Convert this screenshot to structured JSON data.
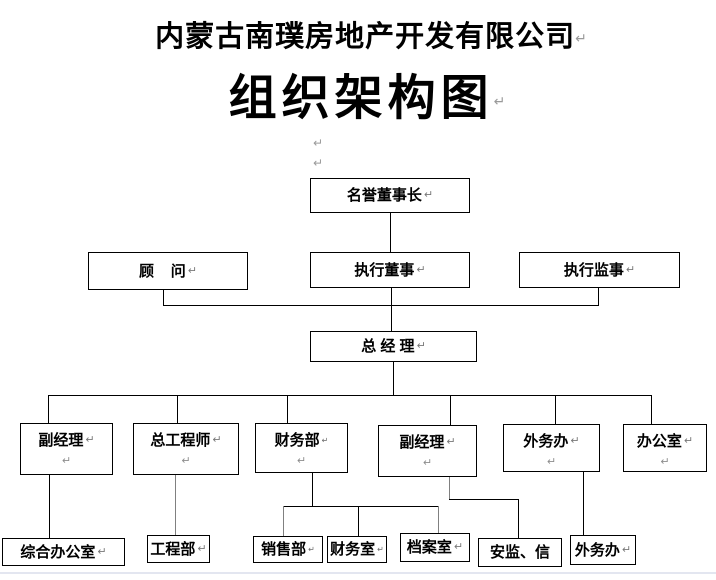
{
  "document": {
    "company_title": "内蒙古南璞房地产开发有限公司",
    "chart_title": "组织架构图",
    "return_mark": "↵"
  },
  "nodes": {
    "honorary_chairman": {
      "label": "名誉董事长"
    },
    "advisor": {
      "label": "顾    问"
    },
    "executive_director": {
      "label": "执行董事"
    },
    "executive_supervisor": {
      "label": "执行监事"
    },
    "general_manager": {
      "label": "总 经 理"
    },
    "deputy_manager_left": {
      "label": "副经理"
    },
    "chief_engineer": {
      "label": "总工程师"
    },
    "finance_dept": {
      "label": "财务部"
    },
    "deputy_manager_right": {
      "label": "副经理"
    },
    "foreign_affairs_office": {
      "label": "外务办"
    },
    "office": {
      "label": "办公室"
    },
    "general_office": {
      "label": "综合办公室"
    },
    "engineering_dept": {
      "label": "工程部"
    },
    "sales_dept": {
      "label": "销售部"
    },
    "finance_room": {
      "label": "财务室"
    },
    "archives_room": {
      "label": "档案室"
    },
    "safety_supervision": {
      "label": "安监、信"
    },
    "foreign_affairs_bottom": {
      "label": "外务办"
    }
  },
  "hierarchy_edges": [
    [
      "honorary_chairman",
      "executive_director"
    ],
    [
      "advisor",
      "general_manager"
    ],
    [
      "executive_director",
      "general_manager"
    ],
    [
      "executive_supervisor",
      "general_manager"
    ],
    [
      "general_manager",
      "deputy_manager_left"
    ],
    [
      "general_manager",
      "chief_engineer"
    ],
    [
      "general_manager",
      "finance_dept"
    ],
    [
      "general_manager",
      "deputy_manager_right"
    ],
    [
      "general_manager",
      "foreign_affairs_office"
    ],
    [
      "general_manager",
      "office"
    ],
    [
      "deputy_manager_left",
      "general_office"
    ],
    [
      "chief_engineer",
      "engineering_dept"
    ],
    [
      "finance_dept",
      "sales_dept"
    ],
    [
      "finance_dept",
      "finance_room"
    ],
    [
      "finance_dept",
      "archives_room"
    ],
    [
      "deputy_manager_right",
      "safety_supervision"
    ],
    [
      "foreign_affairs_office",
      "foreign_affairs_bottom"
    ]
  ],
  "colors": {
    "line": "#000000",
    "line_gray": "#808080",
    "mark": "#9a9a9a",
    "page_edge": "#e3e6f0"
  }
}
